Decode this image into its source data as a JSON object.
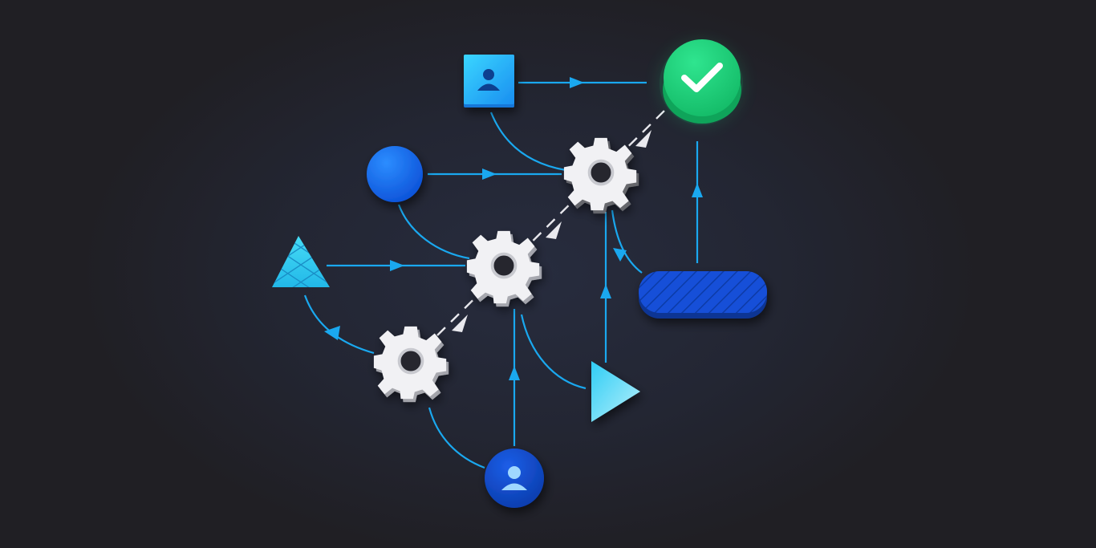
{
  "colors": {
    "background": "#22222a",
    "connector": "#1aa8ef",
    "gear_light": "#f4f4f6",
    "gear_shadow": "#a9abb2",
    "success": "#1fd27e",
    "blue_dark": "#0d47c9",
    "blue_mid": "#1f78ff",
    "cyan": "#3fd2f6",
    "process_arrow": "#e9e9ee"
  },
  "nodes": [
    {
      "id": "user-card",
      "kind": "user-square-icon"
    },
    {
      "id": "success",
      "kind": "checkmark-circle-icon"
    },
    {
      "id": "blue-circle",
      "kind": "circle-icon"
    },
    {
      "id": "grid-triangle",
      "kind": "triangle-grid-icon"
    },
    {
      "id": "play-triangle",
      "kind": "play-triangle-icon"
    },
    {
      "id": "striped-pill",
      "kind": "striped-pill-icon"
    },
    {
      "id": "user-circle",
      "kind": "user-circle-icon"
    },
    {
      "id": "gear-top",
      "kind": "gear-icon"
    },
    {
      "id": "gear-middle",
      "kind": "gear-icon"
    },
    {
      "id": "gear-bottom",
      "kind": "gear-icon"
    }
  ]
}
